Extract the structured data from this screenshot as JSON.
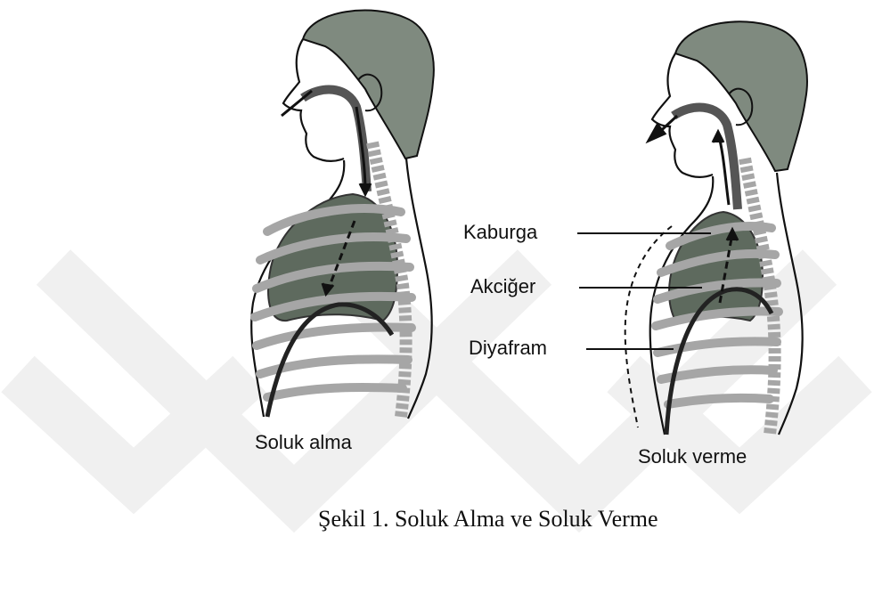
{
  "figure": {
    "caption": "Şekil 1. Soluk Alma ve Soluk Verme"
  },
  "panels": [
    {
      "id": "inhale",
      "title": "Soluk alma"
    },
    {
      "id": "exhale",
      "title": "Soluk verme"
    }
  ],
  "annotations": [
    {
      "text": "Kaburga"
    },
    {
      "text": "Akciğer"
    },
    {
      "text": "Diyafram"
    }
  ],
  "colors": {
    "background": "#ffffff",
    "skin_outline": "#111111",
    "hair": "#7f8a7f",
    "lung": "#5e6a5e",
    "ribs_spine": "#a6a6a6",
    "watermark": "#f1f1f1"
  }
}
